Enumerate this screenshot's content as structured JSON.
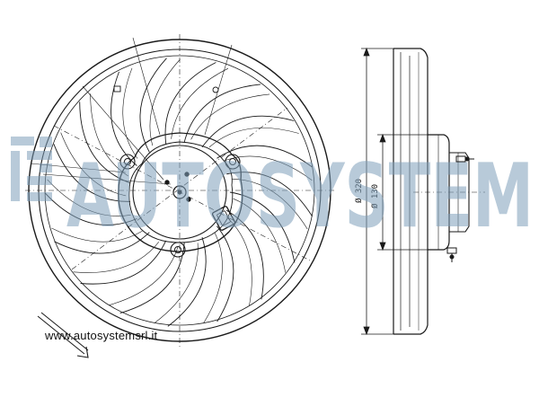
{
  "watermark": {
    "brand": "AUTOSYSTEM",
    "color": "#7fa0bb"
  },
  "website": "www.autosystemsrl.it",
  "dimensions": {
    "outer_diameter": "Ø 320",
    "hub_diameter": "Ø 130"
  },
  "colors": {
    "line": "#1a1a1a",
    "background": "#ffffff"
  }
}
